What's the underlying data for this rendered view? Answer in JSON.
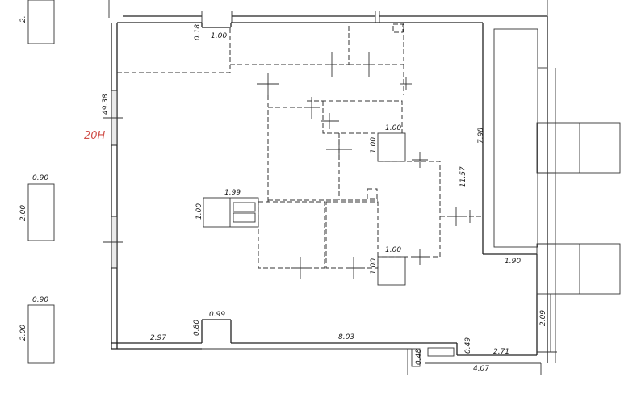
{
  "plan": {
    "room_tag": "20H",
    "colors": {
      "room_tag": "#d0504a",
      "lines": "#222222"
    },
    "dims": {
      "top_left_partial": "2.",
      "left_w_1": "0.90",
      "left_h_1": "2.00",
      "left_w_2": "0.90",
      "left_h_2": "2.00",
      "wall_len": "49.38",
      "offset_top": "0.18",
      "top_sill": "1.00",
      "col_w": "1.99",
      "col_h": "1.00",
      "box_right_w": "1.00",
      "box_right_h": "1.00",
      "box_lower_w": "1.00",
      "box_lower_h": "1.00",
      "span_7": "7.98",
      "span_11": "11.57",
      "right_1_90": "1.90",
      "door_w": "0.99",
      "door_h": "0.80",
      "bottom_2_97": "2.97",
      "bottom_8_03": "8.03",
      "small_0_49": "0.49",
      "small_0_48": "0.48",
      "bottom_2_71": "2.71",
      "right_2_09": "2.09",
      "bottom_4_07": "4.07"
    }
  }
}
